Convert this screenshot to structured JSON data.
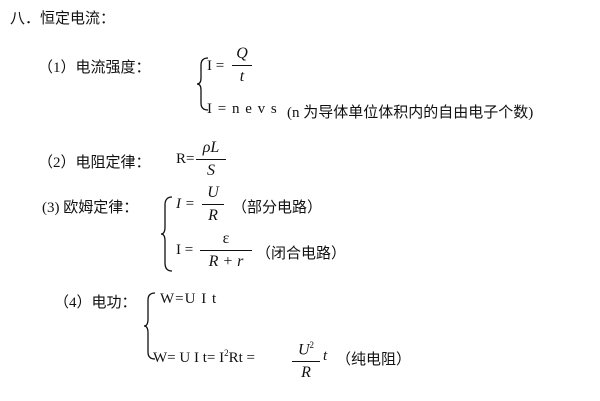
{
  "heading": "八．恒定电流：",
  "s1": {
    "label": "（1）电流强度：",
    "eq1_lhs": "I =",
    "eq1_num": "Q",
    "eq1_den": "t",
    "eq2": "I = n e v s",
    "eq2_note": "(n 为导体单位体积内的自由电子个数)"
  },
  "s2": {
    "label": "（2）电阻定律：",
    "lhs": "R=",
    "num": "ρL",
    "den": "S"
  },
  "s3": {
    "label": "(3) 欧姆定律：",
    "eq1_lhs": "I =",
    "eq1_num": "U",
    "eq1_den": "R",
    "eq1_note": "（部分电路）",
    "eq2_lhs": "I =",
    "eq2_num": "ε",
    "eq2_den": "R + r",
    "eq2_note": "（闭合电路）"
  },
  "s4": {
    "label": "（4）电功：",
    "eq1": "W=U I t",
    "eq2_a": "W= U I t= I",
    "eq2_sup": "2",
    "eq2_b": "Rt =",
    "eq2_num": "U",
    "eq2_num_sup": "2",
    "eq2_den": "R",
    "eq2_after": "t",
    "eq2_note": "（纯电阻）"
  }
}
